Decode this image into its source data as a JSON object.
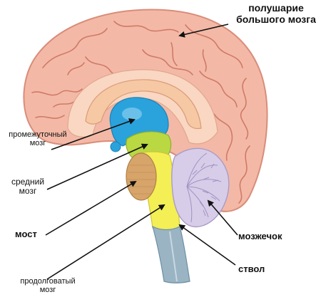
{
  "labels": {
    "hemisphere": {
      "line1": "полушарие",
      "line2": "большого мозга"
    },
    "diencephalon": {
      "line1": "промежуточный",
      "line2": "мозг"
    },
    "midbrain": {
      "line1": "средний",
      "line2": "мозг"
    },
    "pons": "мост",
    "cerebellum": "мозжечок",
    "brainstem": "ствол",
    "medulla": {
      "line1": "продолговатый",
      "line2": "мозг"
    }
  },
  "colors": {
    "cortex": "#f3b9a6",
    "cortex_outline": "#d98d7a",
    "sulcus": "#c9705c",
    "inner_wall": "#fad7c2",
    "corpus_callosum": "#f6c8a4",
    "diencephalon": "#2aa2dc",
    "midbrain": "#b9d842",
    "stem": "#f3ef55",
    "pons": "#d7a46a",
    "cerebellum": "#d7cde8",
    "medulla_gray": "#9ab4c4",
    "arrow": "#111111"
  },
  "icons": [
    "arrow-icon"
  ]
}
